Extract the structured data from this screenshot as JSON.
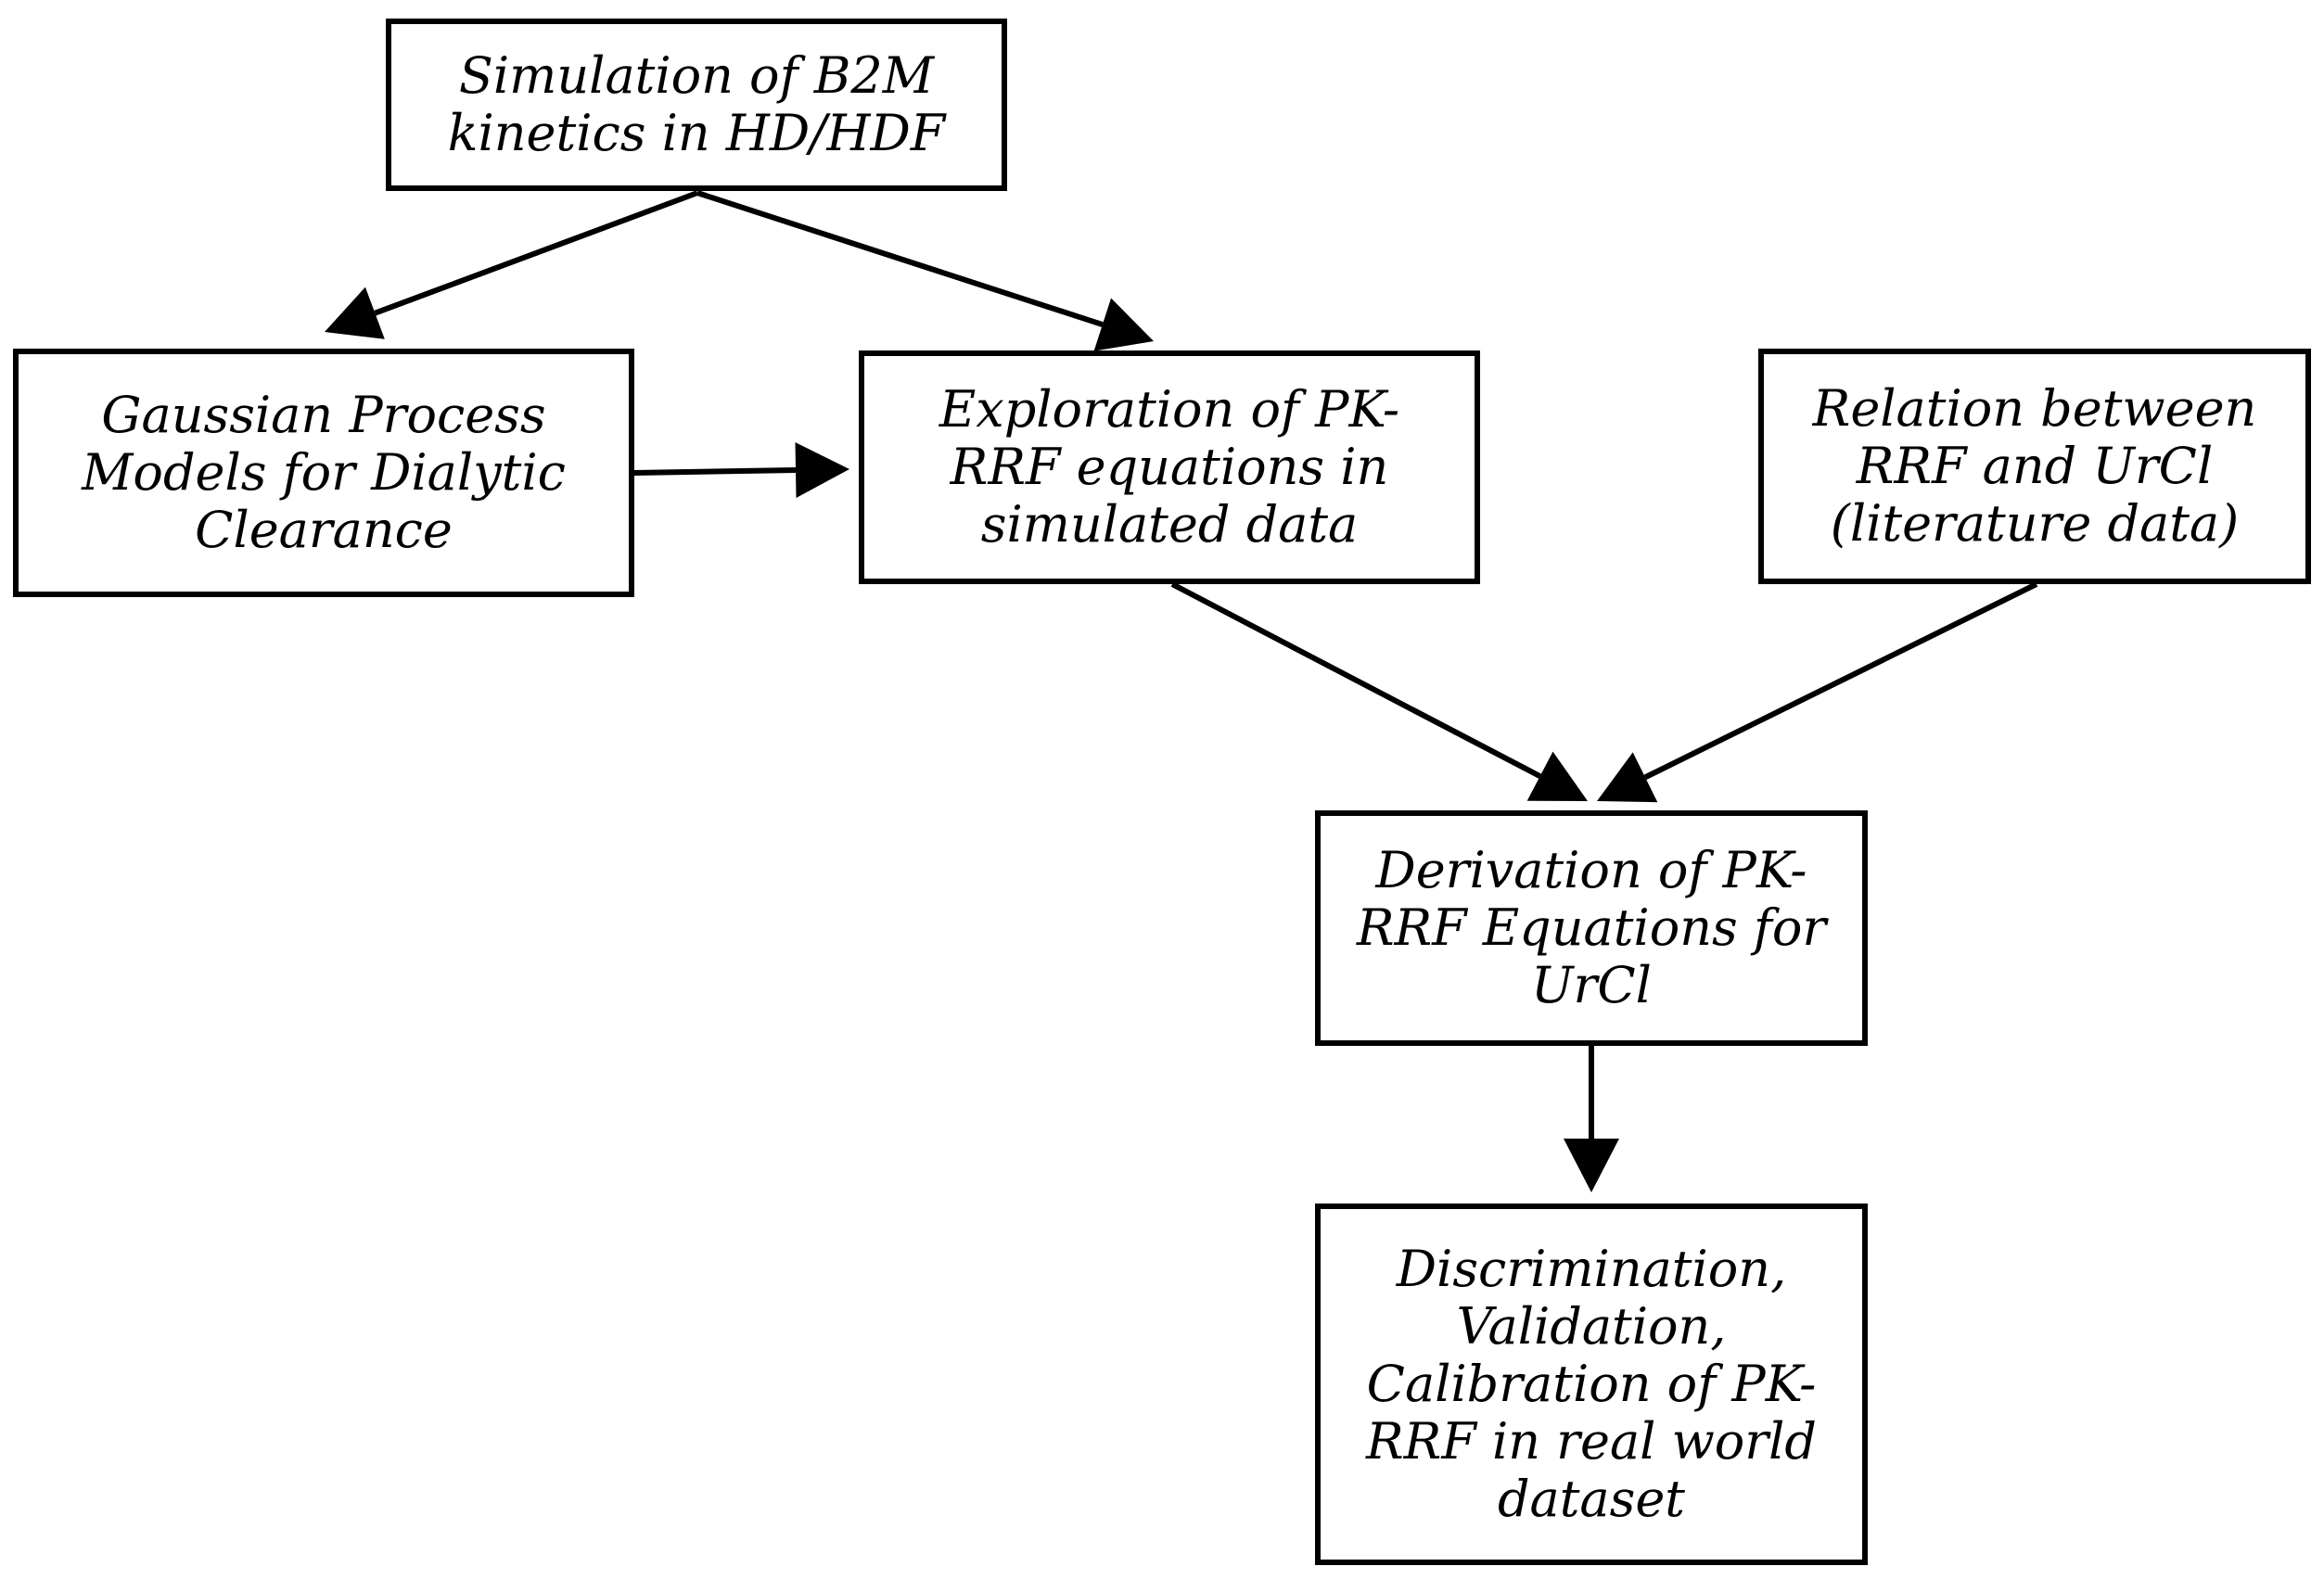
{
  "diagram": {
    "nodes": [
      {
        "id": "simulation",
        "label": "Simulation of B2M\nkinetics in HD/HDF"
      },
      {
        "id": "gaussian",
        "label": "Gaussian Process\nModels for Dialytic\nClearance"
      },
      {
        "id": "exploration",
        "label": "Exploration of  PK-\nRRF equations in\nsimulated data"
      },
      {
        "id": "relation",
        "label": "Relation between\nRRF and UrCl\n(literature data)"
      },
      {
        "id": "derivation",
        "label": "Derivation of PK-\nRRF Equations for\nUrCl"
      },
      {
        "id": "discrimination",
        "label": "Discrimination,\nValidation,\nCalibration of PK-\nRRF in real world\ndataset"
      }
    ],
    "edges": [
      {
        "from": "simulation",
        "to": "gaussian"
      },
      {
        "from": "simulation",
        "to": "exploration"
      },
      {
        "from": "gaussian",
        "to": "exploration"
      },
      {
        "from": "exploration",
        "to": "derivation"
      },
      {
        "from": "relation",
        "to": "derivation"
      },
      {
        "from": "derivation",
        "to": "discrimination"
      }
    ],
    "line_color": "#000000"
  }
}
